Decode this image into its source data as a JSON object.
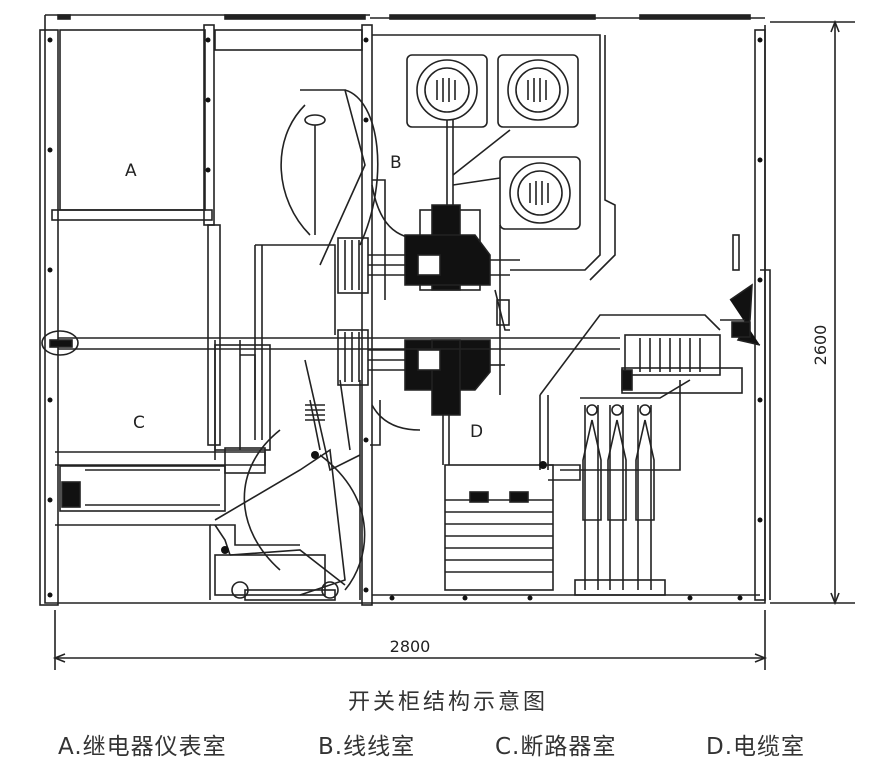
{
  "labels": {
    "room_a": "A",
    "room_b": "B",
    "room_c": "C",
    "room_d": "D"
  },
  "dimensions": {
    "width": "2800",
    "height": "2600"
  },
  "caption": {
    "title": "开关柜结构示意图",
    "legend": [
      "A.继电器仪表室",
      "B.线线室",
      "C.断路器室",
      "D.电缆室"
    ]
  },
  "colors": {
    "line": "#222222",
    "fill": "#111111",
    "text": "#333333"
  }
}
